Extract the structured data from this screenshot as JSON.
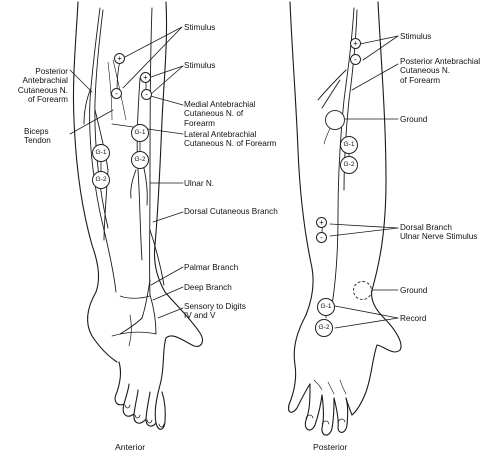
{
  "captions": {
    "anterior": "Anterior",
    "posterior": "Posterior"
  },
  "anterior_labels": {
    "stimulus_1": "Stimulus",
    "stimulus_2": "Stimulus",
    "posterior_antebrachial": [
      "Posterior",
      "Antebrachial",
      "Cutaneous N.",
      "of Forearm"
    ],
    "biceps_tendon": [
      "Biceps",
      "Tendon"
    ],
    "medial_antebrachial": [
      "Medial Antebrachial",
      "Cutaneous N. of",
      "Forearm"
    ],
    "lateral_antebrachial": [
      "Lateral Antebrachial",
      "Cutaneous N. of Forearm"
    ],
    "ulnar_n": "Ulnar N.",
    "dorsal_cutaneous_branch": "Dorsal Cutaneous Branch",
    "palmar_branch": "Palmar Branch",
    "deep_branch": "Deep Branch",
    "sensory_to_digits": [
      "Sensory to Digits",
      "IV and V"
    ]
  },
  "posterior_labels": {
    "stimulus": "Stimulus",
    "posterior_antebrachial": [
      "Posterior Antebrachial",
      "Cutaneous N.",
      "of Forearm"
    ],
    "ground_1": "Ground",
    "dorsal_branch": [
      "Dorsal Branch",
      "Ulnar Nerve Stimulus"
    ],
    "ground_2": "Ground",
    "record": "Record"
  },
  "electrode_marks": {
    "plus": "+",
    "minus": "-",
    "g1": "G-1",
    "g2": "G-2"
  }
}
